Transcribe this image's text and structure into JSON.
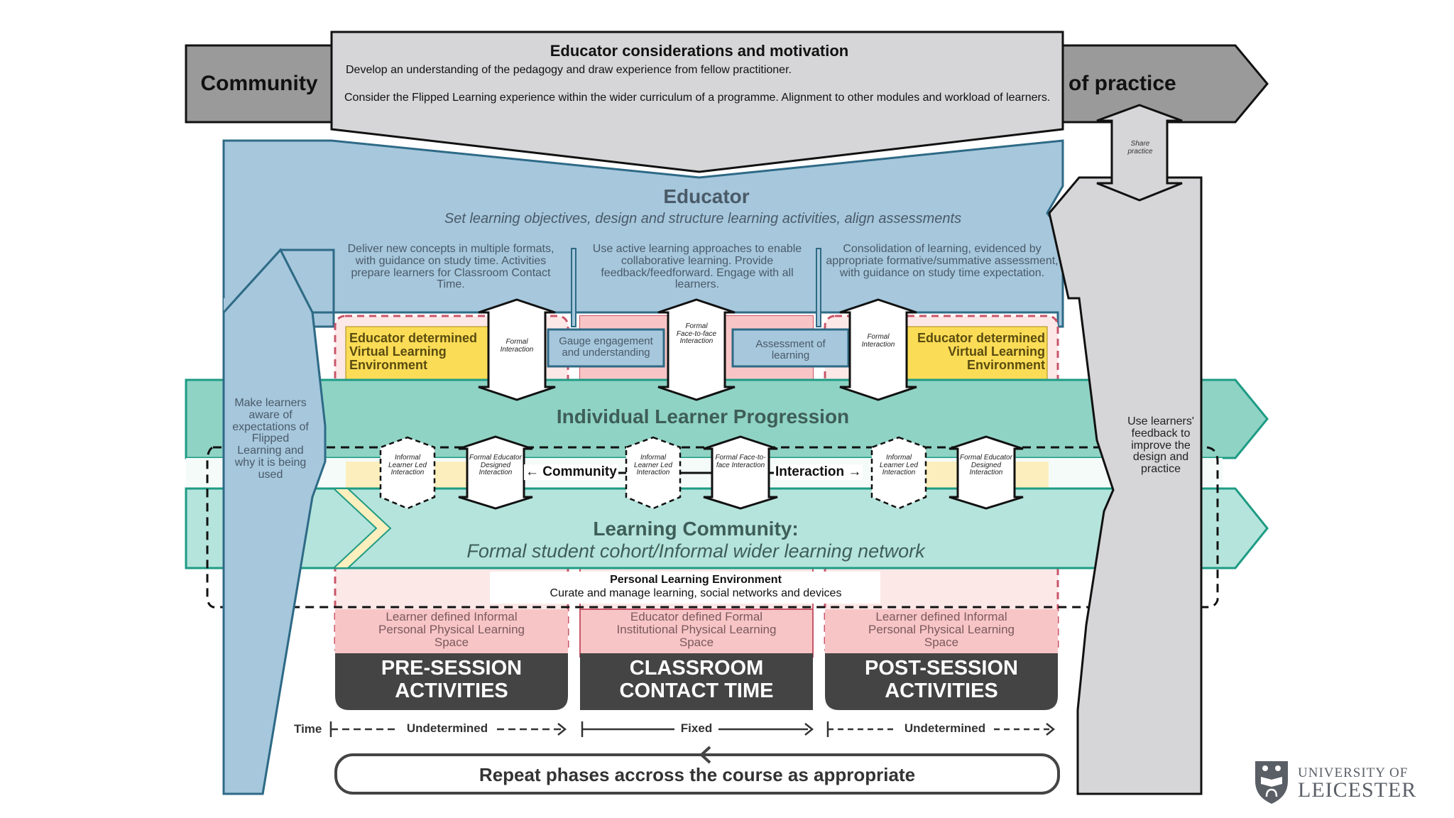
{
  "colors": {
    "gray_dark": "#9a9a9a",
    "gray_light": "#d6d6d8",
    "blue": "#a6c7dc",
    "blue_border": "#2e6a86",
    "teal_band": "#8fd3c4",
    "teal_light": "#b5e4dc",
    "teal_border": "#1e9b84",
    "pink": "#f8c5c6",
    "pink_light": "#fde8e8",
    "yellow": "#fbdc56",
    "yellow_light": "#fcefbd",
    "dark_box": "#444444"
  },
  "top_band": {
    "left_label": "Community",
    "right_label": "of practice",
    "center_title": "Educator considerations and motivation",
    "center_line1": "Develop an understanding of the pedagogy and draw experience from fellow practitioner.",
    "center_line2": "Consider the Flipped Learning experience within the wider curriculum of a programme. Alignment to other modules and workload of learners."
  },
  "share_practice": "Share practice",
  "educator": {
    "title": "Educator",
    "subtitle": "Set learning objectives, design and structure learning activities, align assessments",
    "pre_text": "Deliver new concepts in multiple formats, with guidance on study time. Activities prepare learners for Classroom Contact Time.",
    "class_text": "Use active learning approaches to enable collaborative learning. Provide feedback/feedforward. Engage with all learners.",
    "post_text": "Consolidation of learning, evidenced by appropriate formative/summative assessment, with guidance on study time expectation."
  },
  "vle_left": "Educator determined Virtual Learning Environment",
  "vle_right": "Educator determined Virtual Learning Environment",
  "gauge": "Gauge engagement and understanding",
  "assessment": "Assessment of learning",
  "arrows": {
    "formal_interaction": "Formal Interaction",
    "formal_f2f": "Formal Face-to-face Interaction",
    "informal_learner_led": "Informal Learner Led Interaction",
    "formal_educator_designed": "Formal Educator Designed Interaction",
    "formal_f2f_2": "Formal Face-to-face Interaction"
  },
  "left_column_text": "Make learners aware of expectations of Flipped Learning and why it is being used",
  "right_column_text": "Use learners' feedback to improve the design and practice",
  "individual_band": "Individual Learner Progression",
  "community_label": "Community",
  "interaction_label": "Interaction",
  "learning_community": {
    "title": "Learning Community:",
    "subtitle": "Formal student cohort/Informal wider learning network"
  },
  "ple": {
    "title": "Personal Learning Environment",
    "subtitle": "Curate and manage learning, social networks and devices"
  },
  "phases": [
    {
      "space": "Learner defined Informal Personal Physical Learning Space",
      "label": "PRE-SESSION ACTIVITIES",
      "time": "Undetermined"
    },
    {
      "space": "Educator defined Formal Institutional Physical Learning Space",
      "label": "CLASSROOM CONTACT TIME",
      "time": "Fixed"
    },
    {
      "space": "Learner defined Informal Personal Physical Learning Space",
      "label": "POST-SESSION ACTIVITIES",
      "time": "Undetermined"
    }
  ],
  "time_label": "Time",
  "repeat_label": "Repeat phases accross the course as appropriate",
  "logo": {
    "line1": "UNIVERSITY OF",
    "line2": "LEICESTER"
  }
}
